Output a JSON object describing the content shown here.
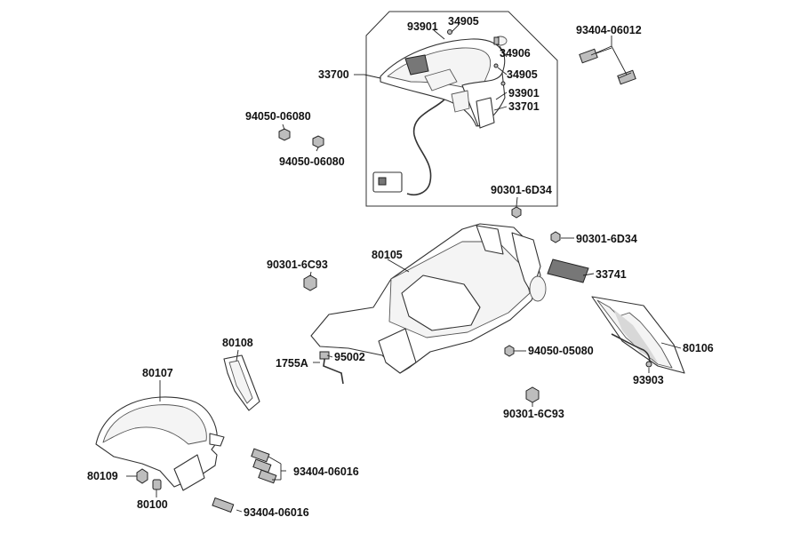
{
  "labels": {
    "p93901a": "93901",
    "p34905a": "34905",
    "p93404_06012": "93404-06012",
    "p34906": "34906",
    "p33700": "33700",
    "p34905b": "34905",
    "p93901b": "93901",
    "p33701": "33701",
    "p94050_06080a": "94050-06080",
    "p94050_06080b": "94050-06080",
    "p90301_6D34a": "90301-6D34",
    "p90301_6D34b": "90301-6D34",
    "p80105": "80105",
    "p90301_6C93a": "90301-6C93",
    "p33741": "33741",
    "p80108": "80108",
    "p80106": "80106",
    "p94050_05080": "94050-05080",
    "p1755A": "1755A",
    "p95002": "95002",
    "p80107": "80107",
    "p93903": "93903",
    "p90301_6C93b": "90301-6C93",
    "p80109": "80109",
    "p93404_06016a": "93404-06016",
    "p80100": "80100",
    "p93404_06016b": "93404-06016"
  }
}
